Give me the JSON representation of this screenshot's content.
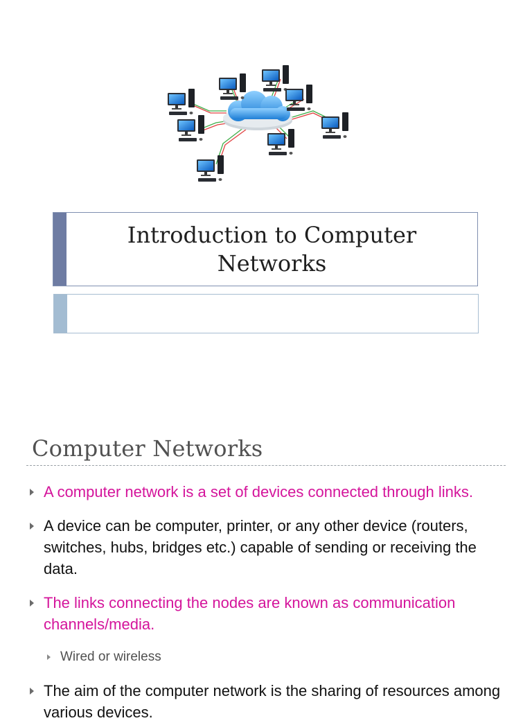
{
  "slide1": {
    "title": "Introduction to Computer Networks",
    "subtitle": "",
    "illustration_icon": "network-cloud-computers-icon",
    "accent_colors": {
      "title_bar": "#6e7ca3",
      "subtitle_bar": "#a3bcd2"
    }
  },
  "slide2": {
    "title": "Computer Networks",
    "bullets": [
      "A computer network is a set of devices connected through links.",
      "A device can be computer, printer, or any other device (routers, switches, hubs, bridges etc.) capable of sending or receiving the data.",
      "The links connecting the nodes are known as communication channels/media.",
      "The aim of the computer network is the sharing of resources among various devices."
    ],
    "sub_bullets": [
      "Wired or wireless"
    ],
    "highlight_color": "#d4149b"
  }
}
